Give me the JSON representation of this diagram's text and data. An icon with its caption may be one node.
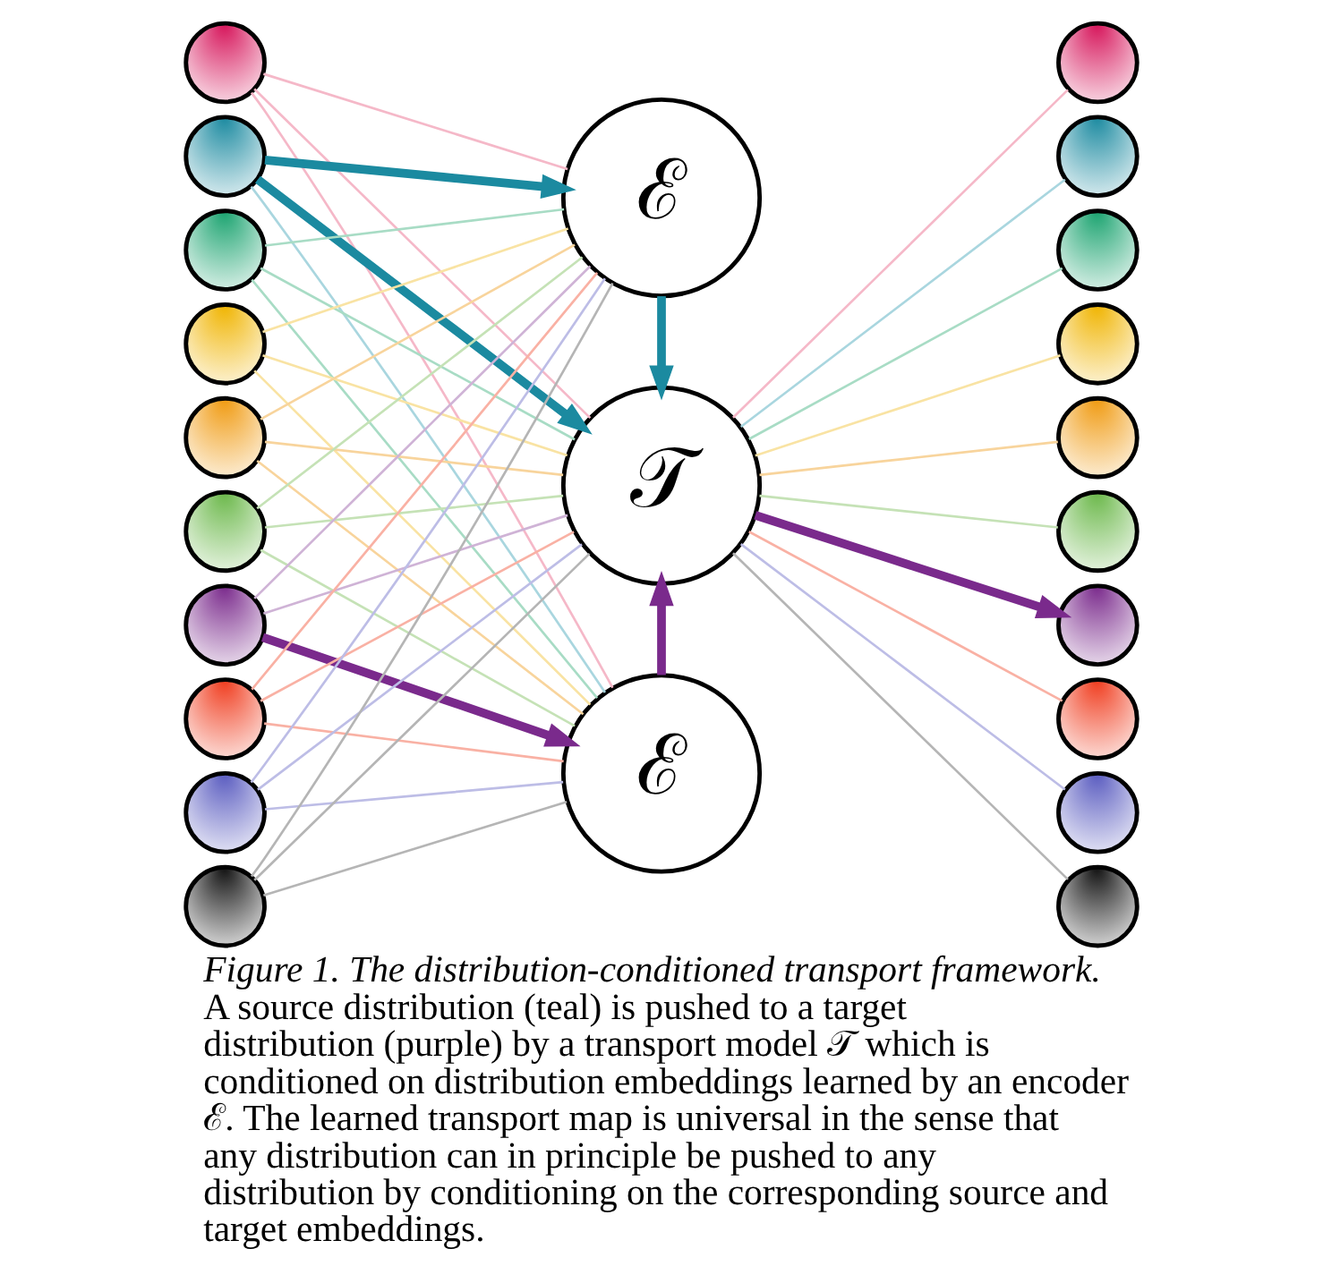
{
  "diagram": {
    "caption": "*Figure 1. The distribution-conditioned transport framework.* A source distribution (teal) is pushed to a target distribution (purple) by a transport model 𝒯 which is conditioned on distribution embeddings learned by an encoder ℰ. The learned transport map is universal in the sense that any distribution can in principle be pushed to any distribution by conditioning on the corresponding source and target embeddings.",
    "nodes": [
      {
        "text": [],
        "shape": "circle"
      },
      {
        "text": [],
        "shape": "circle"
      },
      {
        "text": [],
        "shape": "circle"
      },
      {
        "text": [],
        "shape": "circle"
      },
      {
        "text": [],
        "shape": "circle"
      },
      {
        "text": [],
        "shape": "circle"
      },
      {
        "text": [],
        "shape": "circle"
      },
      {
        "text": [],
        "shape": "circle"
      },
      {
        "text": [],
        "shape": "circle"
      },
      {
        "text": [],
        "shape": "circle"
      },
      {
        "text": [
          "ℰ"
        ]
      },
      {
        "text": [
          "𝒯"
        ]
      },
      {
        "text": [
          "ℰ"
        ]
      },
      {
        "text": [],
        "shape": "circle"
      },
      {
        "text": [],
        "shape": "circle"
      },
      {
        "text": [],
        "shape": "circle"
      },
      {
        "text": [],
        "shape": "circle"
      },
      {
        "text": [],
        "shape": "circle"
      },
      {
        "text": [],
        "shape": "circle"
      },
      {
        "text": [],
        "shape": "circle"
      },
      {
        "text": [],
        "shape": "circle"
      },
      {
        "text": [],
        "shape": "circle"
      },
      {
        "text": [],
        "shape": "circle"
      }
    ],
    "edges": [
      {
        "from": 0,
        "to": 10,
        "arrow": "none",
        "color": "#f5b8c8"
      },
      {
        "from": 0,
        "to": 11,
        "arrow": "none",
        "color": "#f5b8c8"
      },
      {
        "from": 0,
        "to": 12,
        "arrow": "none",
        "color": "#f5b8c8"
      },
      {
        "from": 1,
        "to": 10,
        "arrow": "to",
        "style": "thick",
        "color": "#1b8aa0"
      },
      {
        "from": 1,
        "to": 11,
        "arrow": "to",
        "style": "thick",
        "color": "#1b8aa0"
      },
      {
        "from": 1,
        "to": 12,
        "arrow": "none",
        "color": "#a9d6df"
      },
      {
        "from": 2,
        "to": 10,
        "arrow": "none",
        "color": "#a8dcc5"
      },
      {
        "from": 2,
        "to": 11,
        "arrow": "none",
        "color": "#a8dcc5"
      },
      {
        "from": 2,
        "to": 12,
        "arrow": "none",
        "color": "#a8dcc5"
      },
      {
        "from": 3,
        "to": 10,
        "arrow": "none",
        "color": "#f9e3a3"
      },
      {
        "from": 3,
        "to": 11,
        "arrow": "none",
        "color": "#f9e3a3"
      },
      {
        "from": 3,
        "to": 12,
        "arrow": "none",
        "color": "#f9e3a3"
      },
      {
        "from": 4,
        "to": 10,
        "arrow": "none",
        "color": "#f8d49c"
      },
      {
        "from": 4,
        "to": 11,
        "arrow": "none",
        "color": "#f8d49c"
      },
      {
        "from": 4,
        "to": 12,
        "arrow": "none",
        "color": "#f8d49c"
      },
      {
        "from": 5,
        "to": 10,
        "arrow": "none",
        "color": "#c5e2b6"
      },
      {
        "from": 5,
        "to": 11,
        "arrow": "none",
        "color": "#c5e2b6"
      },
      {
        "from": 5,
        "to": 12,
        "arrow": "none",
        "color": "#c5e2b6"
      },
      {
        "from": 6,
        "to": 10,
        "arrow": "none",
        "color": "#cfb3d6"
      },
      {
        "from": 6,
        "to": 11,
        "arrow": "none",
        "color": "#cfb3d6"
      },
      {
        "from": 6,
        "to": 12,
        "arrow": "to",
        "style": "thick",
        "color": "#7a2a8c"
      },
      {
        "from": 7,
        "to": 10,
        "arrow": "none",
        "color": "#f9b1a4"
      },
      {
        "from": 7,
        "to": 11,
        "arrow": "none",
        "color": "#f9b1a4"
      },
      {
        "from": 7,
        "to": 12,
        "arrow": "none",
        "color": "#f9b1a4"
      },
      {
        "from": 8,
        "to": 10,
        "arrow": "none",
        "color": "#bdbde6"
      },
      {
        "from": 8,
        "to": 11,
        "arrow": "none",
        "color": "#bdbde6"
      },
      {
        "from": 8,
        "to": 12,
        "arrow": "none",
        "color": "#bdbde6"
      },
      {
        "from": 9,
        "to": 10,
        "arrow": "none",
        "color": "#b5b5b5"
      },
      {
        "from": 9,
        "to": 11,
        "arrow": "none",
        "color": "#b5b5b5"
      },
      {
        "from": 9,
        "to": 12,
        "arrow": "none",
        "color": "#b5b5b5"
      },
      {
        "from": 10,
        "to": 11,
        "arrow": "to",
        "style": "thick",
        "color": "#1b8aa0"
      },
      {
        "from": 12,
        "to": 11,
        "arrow": "to",
        "style": "thick",
        "color": "#7a2a8c"
      },
      {
        "from": 11,
        "to": 13,
        "arrow": "none",
        "color": "#f5b8c8"
      },
      {
        "from": 11,
        "to": 14,
        "arrow": "none",
        "color": "#a9d6df"
      },
      {
        "from": 11,
        "to": 15,
        "arrow": "none",
        "color": "#a8dcc5"
      },
      {
        "from": 11,
        "to": 16,
        "arrow": "none",
        "color": "#f9e3a3"
      },
      {
        "from": 11,
        "to": 17,
        "arrow": "none",
        "color": "#f8d49c"
      },
      {
        "from": 11,
        "to": 18,
        "arrow": "none",
        "color": "#c5e2b6"
      },
      {
        "from": 11,
        "to": 19,
        "arrow": "to",
        "style": "thick",
        "color": "#7a2a8c"
      },
      {
        "from": 11,
        "to": 20,
        "arrow": "none",
        "color": "#f9b1a4"
      },
      {
        "from": 11,
        "to": 21,
        "arrow": "none",
        "color": "#bdbde6"
      },
      {
        "from": 11,
        "to": 22,
        "arrow": "none",
        "color": "#b5b5b5"
      }
    ]
  }
}
